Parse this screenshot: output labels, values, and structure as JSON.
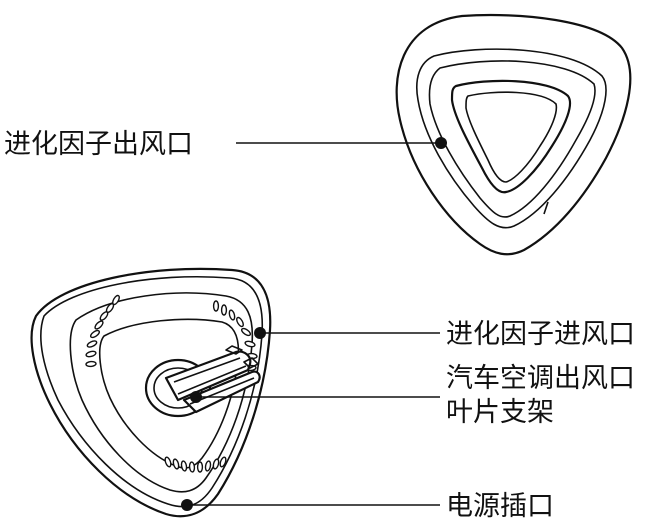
{
  "diagram": {
    "labels": {
      "inlet_vent": "进化因子出风口",
      "outlet_vent": "进化因子进风口",
      "clip_line1": "汽车空调出风口",
      "clip_line2": "叶片支架",
      "power_port": "电源插口"
    },
    "colors": {
      "line": "#111111",
      "background": "#ffffff"
    }
  }
}
